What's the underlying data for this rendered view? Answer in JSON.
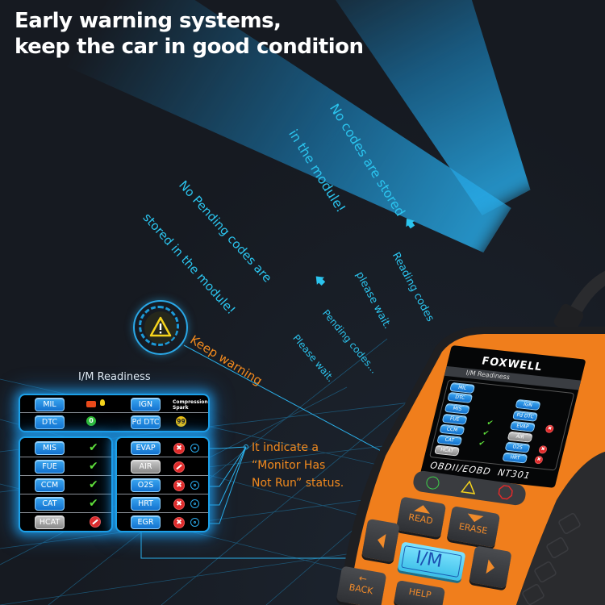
{
  "headline": {
    "line1": "Early warning systems,",
    "line2": "keep the car in good condition"
  },
  "colors": {
    "background": "#161a21",
    "beam_blue": "#1b8fd0",
    "callout_text_blue": "#2bc4ee",
    "annotation_orange": "#f28a1e",
    "panel_border_glow": "#1ca0e8",
    "device_orange": "#f07e1c",
    "device_black": "#1e1f22",
    "pill_blue": "#1a86e0",
    "pill_gray": "#a0a0a0",
    "check_green": "#5fe03a",
    "cross_red": "#e02a2a",
    "warning_yellow": "#f5d31c"
  },
  "callouts": {
    "no_codes": {
      "line1": "No codes are stored",
      "line2": "in the module!"
    },
    "reading_codes": {
      "line1": "Reading codes",
      "line2": "please wait."
    },
    "no_pending": {
      "line1": "No Pending codes are",
      "line2": "stored in the module!"
    },
    "pending_codes": {
      "line1": "Pending codes...",
      "line2": "Please wait."
    }
  },
  "warning": {
    "icon": "warning-triangle-icon",
    "label": "Keep warning"
  },
  "monitor_note": {
    "line1": "It indicate a",
    "line2": "“Monitor Has",
    "line3": "Not Run” status."
  },
  "im_readiness": {
    "title": "I/M Readiness",
    "top_rows": [
      {
        "left_label": "MIL",
        "left_status": "engine-lamp-icon",
        "right_label": "IGN",
        "right_value_line1": "Compression",
        "right_value_line2": "Spark"
      },
      {
        "left_label": "DTC",
        "left_value": "0",
        "right_label": "Pd DTC",
        "right_value": "99"
      }
    ],
    "left_monitors": [
      {
        "label": "MIS",
        "status": "complete",
        "style": "blue"
      },
      {
        "label": "FUE",
        "status": "complete",
        "style": "blue"
      },
      {
        "label": "CCM",
        "status": "complete",
        "style": "blue"
      },
      {
        "label": "CAT",
        "status": "complete",
        "style": "blue"
      },
      {
        "label": "HCAT",
        "status": "not-supported",
        "style": "gray"
      }
    ],
    "right_monitors": [
      {
        "label": "EVAP",
        "status": "incomplete",
        "style": "blue",
        "flagged": true
      },
      {
        "label": "AIR",
        "status": "not-supported",
        "style": "gray",
        "flagged": false
      },
      {
        "label": "O2S",
        "status": "incomplete",
        "style": "blue",
        "flagged": true
      },
      {
        "label": "HRT",
        "status": "incomplete",
        "style": "blue",
        "flagged": true
      },
      {
        "label": "EGR",
        "status": "incomplete",
        "style": "blue",
        "flagged": true
      }
    ]
  },
  "device": {
    "brand": "FOXWELL",
    "screen_title": "I/M Readiness",
    "model_label": "OBDII/EOBD",
    "model_number": "NT301",
    "screen_rows_left": [
      "MIL",
      "DTC",
      "MIS",
      "FUE",
      "CCM",
      "CAT",
      "HCAT"
    ],
    "screen_rows_right": [
      "IGN",
      "Pd DTC",
      "EVAP",
      "AIR",
      "O2S",
      "HRT",
      "EGR"
    ],
    "indicators": [
      "check-circle-icon",
      "warning-triangle-icon",
      "error-octagon-icon"
    ],
    "keys": {
      "read": "READ",
      "erase": "ERASE",
      "im": "I/M",
      "help": "HELP",
      "back": "BACK"
    }
  }
}
